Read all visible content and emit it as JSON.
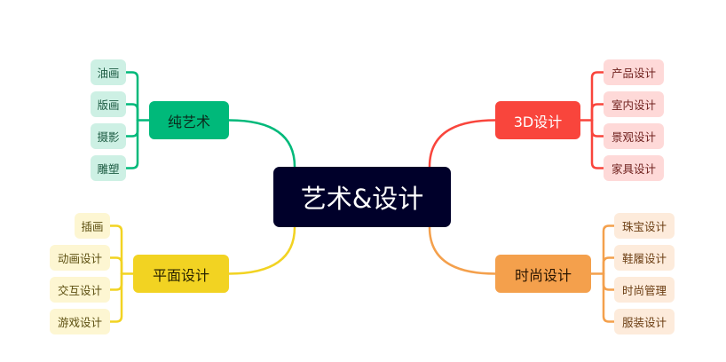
{
  "root": {
    "label": "艺术&设计"
  },
  "branches": [
    {
      "id": "green",
      "label": "纯艺术",
      "color": "#00b97a",
      "text_color": "#0b2a1c",
      "leaf_bg": "#cdf0e4",
      "leaf_text": "#1d5c43",
      "leaves": [
        "油画",
        "版画",
        "摄影",
        "雕塑"
      ]
    },
    {
      "id": "yellow",
      "label": "平面设计",
      "color": "#f2d322",
      "text_color": "#2a2400",
      "leaf_bg": "#fdf6d2",
      "leaf_text": "#5c4f10",
      "leaves": [
        "插画",
        "动画设计",
        "交互设计",
        "游戏设计"
      ]
    },
    {
      "id": "red",
      "label": "3D设计",
      "color": "#f9453c",
      "text_color": "#ffffff",
      "leaf_bg": "#fed9d8",
      "leaf_text": "#6e1f1c",
      "leaves": [
        "产品设计",
        "室内设计",
        "景观设计",
        "家具设计"
      ]
    },
    {
      "id": "orange",
      "label": "时尚设计",
      "color": "#f4a04c",
      "text_color": "#2a1500",
      "leaf_bg": "#fdebdb",
      "leaf_text": "#6b3d12",
      "leaves": [
        "珠宝设计",
        "鞋履设计",
        "时尚管理",
        "服装设计"
      ]
    }
  ]
}
